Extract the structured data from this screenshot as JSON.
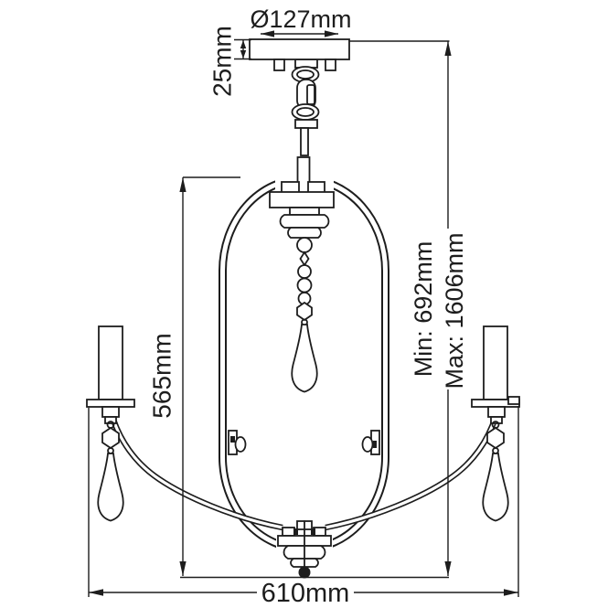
{
  "diagram": {
    "name": "chandelier-dimension-drawing",
    "colors": {
      "line": "#1d1d1d",
      "background": "#ffffff"
    },
    "labels": {
      "canopy_diameter": "Ø127mm",
      "canopy_height": "25mm",
      "frame_height": "565mm",
      "min_drop": "Min: 692mm",
      "max_drop": "Max: 1606mm",
      "overall_width": "610mm"
    }
  }
}
